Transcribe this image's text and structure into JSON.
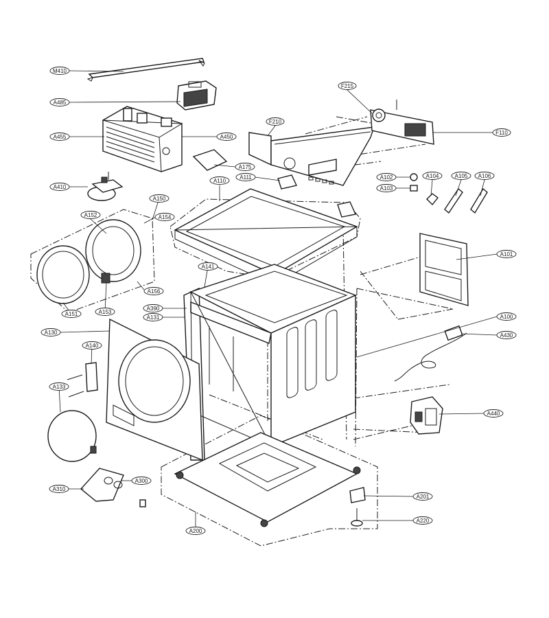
{
  "labels": {
    "M410": "M410",
    "A485": "A485",
    "A455": "A455",
    "A450": "A450",
    "A175": "A175",
    "A410": "A410",
    "F215": "F215",
    "F210": "F210",
    "F110": "F110",
    "A111": "A111",
    "A110": "A110",
    "A102": "A102",
    "A103": "A103",
    "A104": "A104",
    "A105": "A105",
    "A106": "A106",
    "A150": "A150",
    "A152": "A152",
    "A154": "A154",
    "A156": "A156",
    "A151": "A151",
    "A153": "A153",
    "A141": "A141",
    "A390": "A390",
    "A131": "A131",
    "A101": "A101",
    "A100": "A100",
    "A430": "A430",
    "A130": "A130",
    "A140": "A140",
    "A133": "A133",
    "A440": "A440",
    "A310": "A310",
    "A300": "A300",
    "A201": "A201",
    "A220": "A220",
    "A200": "A200"
  }
}
